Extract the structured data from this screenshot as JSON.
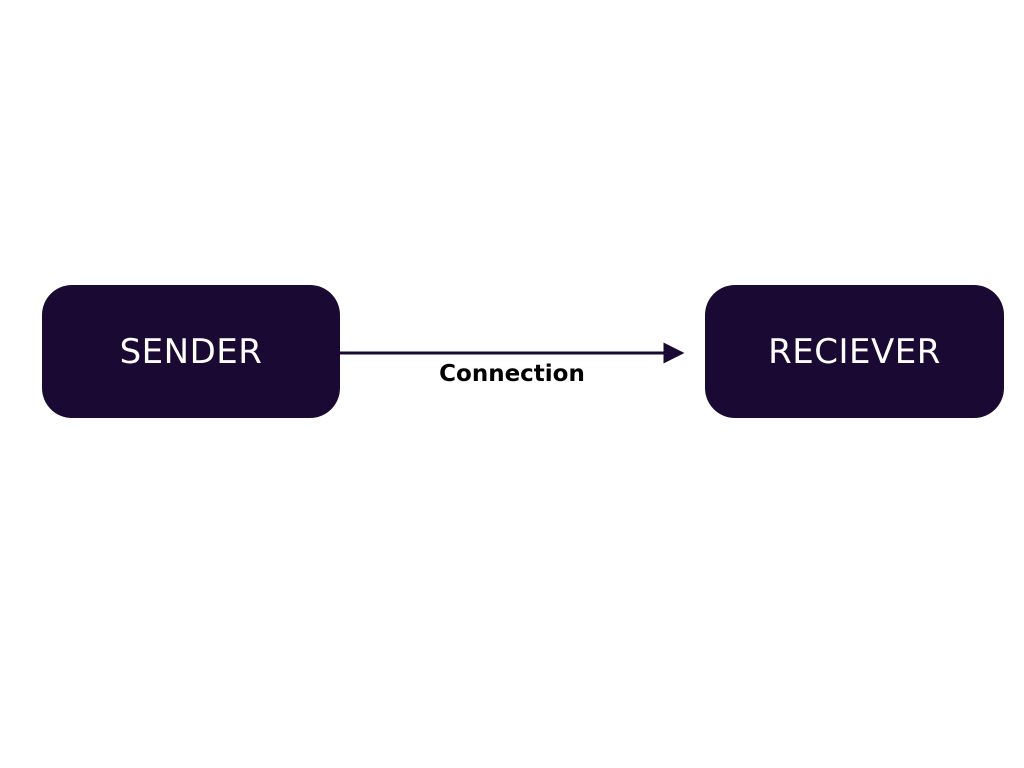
{
  "diagram": {
    "type": "flowchart",
    "background_color": "#ffffff",
    "node_fill_color": "#1a0a33",
    "node_text_color": "#ffffff",
    "edge_color": "#1a0a33",
    "edge_label_color": "#000000",
    "nodes": [
      {
        "id": "sender",
        "label": "SENDER",
        "shape": "rounded-rectangle"
      },
      {
        "id": "receiver",
        "label": "RECIEVER",
        "shape": "rounded-rectangle"
      }
    ],
    "edges": [
      {
        "id": "sender-to-receiver",
        "from": "sender",
        "to": "receiver",
        "label": "Connection",
        "arrowhead": "filled-triangle",
        "direction": "right"
      }
    ]
  }
}
